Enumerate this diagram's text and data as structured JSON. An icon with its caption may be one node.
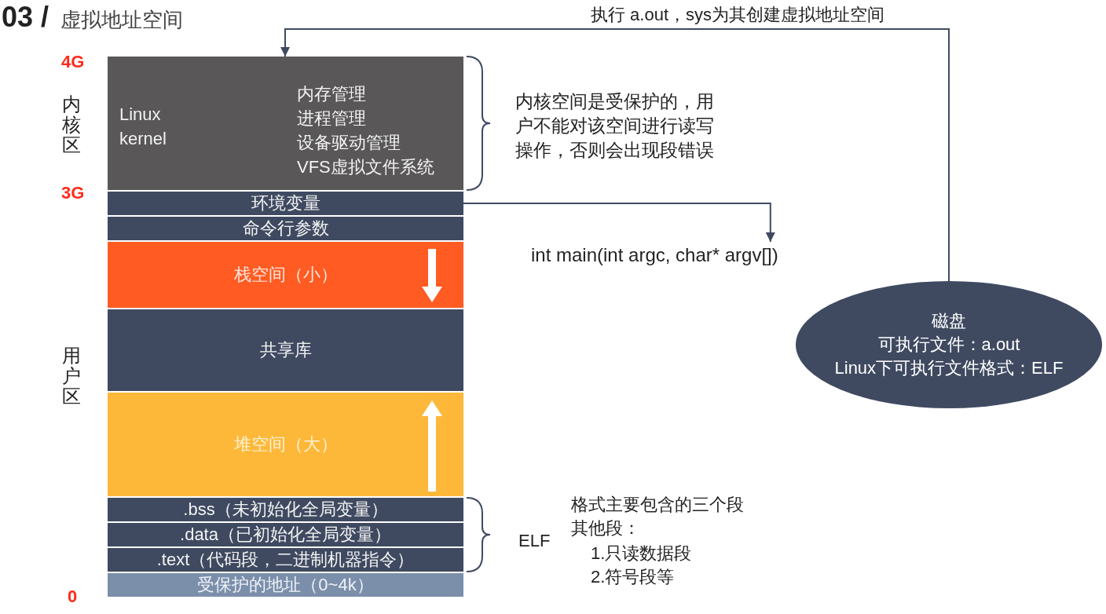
{
  "diagram": {
    "title": "**03 /** 虚拟地址空间",
    "nodes": [
      {
        "text": [
          "Linux kernel",
          "内存管理",
          "进程管理",
          "设备驱动管理",
          "VFS虚拟文件系统"
        ]
      },
      {
        "text": [
          "环境变量"
        ]
      },
      {
        "text": [
          "命令行参数"
        ]
      },
      {
        "text": [
          "栈空间（小）"
        ]
      },
      {
        "text": [
          "共享库"
        ]
      },
      {
        "text": [
          "堆空间（大）"
        ]
      },
      {
        "text": [
          ".bss（未初始化全局变量）"
        ]
      },
      {
        "text": [
          ".data（已初始化全局变量）"
        ]
      },
      {
        "text": [
          ".text（代码段，二进制机器指令）"
        ]
      },
      {
        "text": [
          "受保护的地址（0~4k）"
        ]
      },
      {
        "text": [
          "int main(int argc, char* argv[])"
        ]
      },
      {
        "text": [
          "磁盘",
          "可执行文件：a.out",
          "Linux下可执行文件格式：ELF"
        ]
      }
    ],
    "edges": [
      {
        "from": 11,
        "to": 0,
        "arrow": "to",
        "label": "执行 a.out，sys为其创建虚拟地址空间"
      },
      {
        "from": 1,
        "to": 10,
        "arrow": "to"
      }
    ],
    "labels": [
      "4G",
      "内核区",
      "内核空间是受保护的，用户不能对该空间进行读写操作，否则会出现段错误",
      "3G",
      "用户区",
      "格式主要包含的三个段",
      "其他段：",
      "ELF",
      "1.只读数据段",
      "2.符号段等",
      "0"
    ]
  }
}
